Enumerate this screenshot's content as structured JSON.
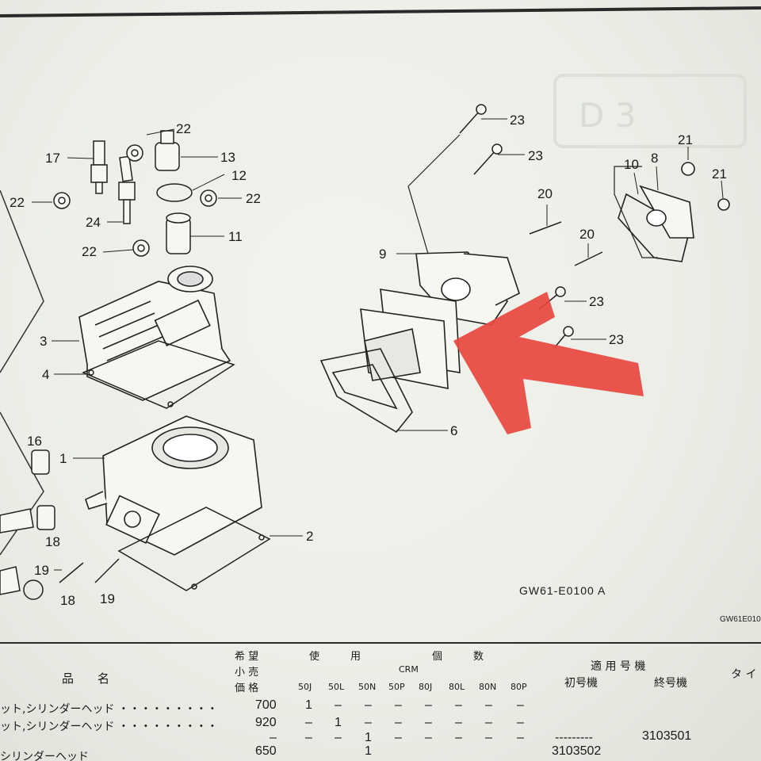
{
  "diagram": {
    "callouts": [
      "23",
      "23",
      "22",
      "13",
      "17",
      "12",
      "22",
      "22",
      "24",
      "11",
      "22",
      "21",
      "10",
      "8",
      "21",
      "20",
      "9",
      "20",
      "23",
      "3",
      "23",
      "4",
      "6",
      "16",
      "1",
      "2",
      "18",
      "19",
      "18",
      "19"
    ],
    "ghost_page_label": "D 3",
    "drawing_code": "GW61-E0100 A",
    "corner_code": "GW61E010"
  },
  "annotation": {
    "color": "#e8463f"
  },
  "table": {
    "col_name": "品　　名",
    "price_head": [
      "希 望",
      "小 売",
      "価 格"
    ],
    "use_head": "使　　　用",
    "qty_head": "個　　　数",
    "crm": "CRM",
    "model_cols": [
      "50J",
      "50L",
      "50N",
      "50P",
      "80J",
      "80L",
      "80N",
      "80P"
    ],
    "applicable": "適 用 号 機",
    "first_no": "初号機",
    "last_no": "終号機",
    "ti": "タ イ",
    "rows": [
      {
        "name": "ット,シリンダーヘッド ・・・・・・・・・",
        "price": "700",
        "qty": [
          "1",
          "–",
          "–",
          "–",
          "–",
          "–",
          "–",
          "–"
        ],
        "first": "",
        "last": ""
      },
      {
        "name": "ット,シリンダーヘッド ・・・・・・・・・",
        "price": "920",
        "qty": [
          "–",
          "1",
          "–",
          "–",
          "–",
          "–",
          "–",
          "–"
        ],
        "first": "",
        "last": ""
      },
      {
        "name": "",
        "price": "–",
        "qty": [
          "–",
          "–",
          "1",
          "–",
          "–",
          "–",
          "–",
          "–"
        ],
        "first": "---------",
        "last": "3103501"
      },
      {
        "name": "シリンダーヘッド",
        "price": "650",
        "qty": [
          "–",
          "–",
          "1",
          "–",
          "–",
          "–",
          "–",
          "–"
        ],
        "first": "3103502",
        "last": ""
      }
    ]
  }
}
